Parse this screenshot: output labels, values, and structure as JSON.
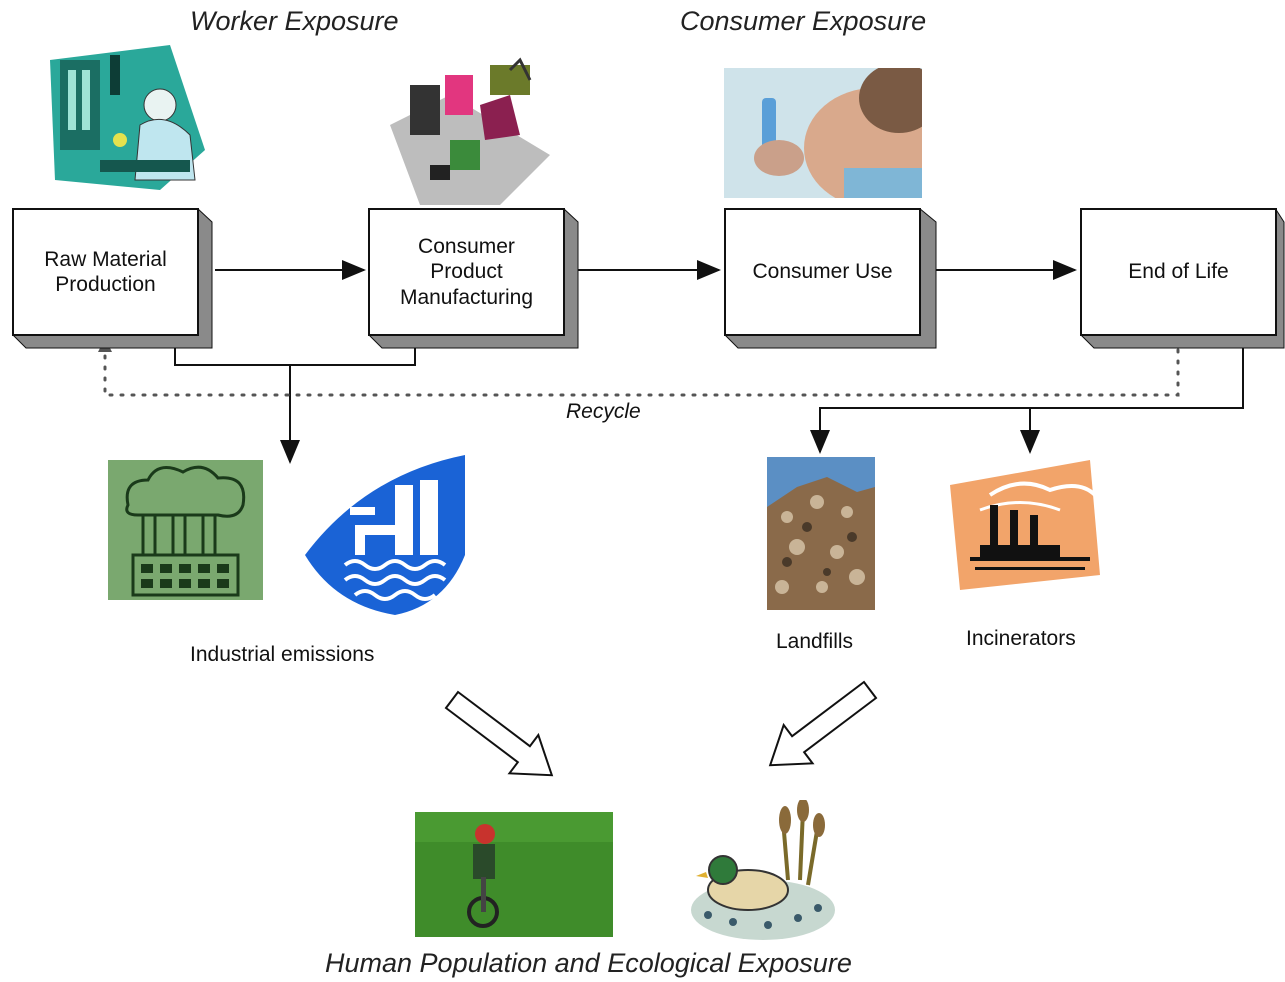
{
  "headings": {
    "worker": "Worker Exposure",
    "consumer": "Consumer  Exposure",
    "bottom": "Human Population and Ecological Exposure"
  },
  "stages": {
    "raw_material": "Raw Material\nProduction",
    "manufacturing": "Consumer\nProduct\nManufacturing",
    "consumer_use": "Consumer Use",
    "end_of_life": "End of Life"
  },
  "labels": {
    "recycle": "Recycle",
    "industrial_emissions": "Industrial emissions",
    "landfills": "Landfills",
    "incinerators": "Incinerators"
  },
  "colors": {
    "box_shadow": "#8a8a8a",
    "emissions_green": "#7aa86f",
    "water_blue": "#1a63d6",
    "landfill_brown": "#8a6a4a",
    "incinerator_orange": "#f2a46a",
    "grass_green": "#3f8c2a"
  },
  "icons": [
    "worker-lab-icon",
    "factory-machinery-icon",
    "spray-bottle-photo",
    "factory-emissions-icon",
    "water-pollution-icon",
    "landfill-photo",
    "incinerator-icon",
    "child-bicycle-photo",
    "duck-pond-icon"
  ]
}
